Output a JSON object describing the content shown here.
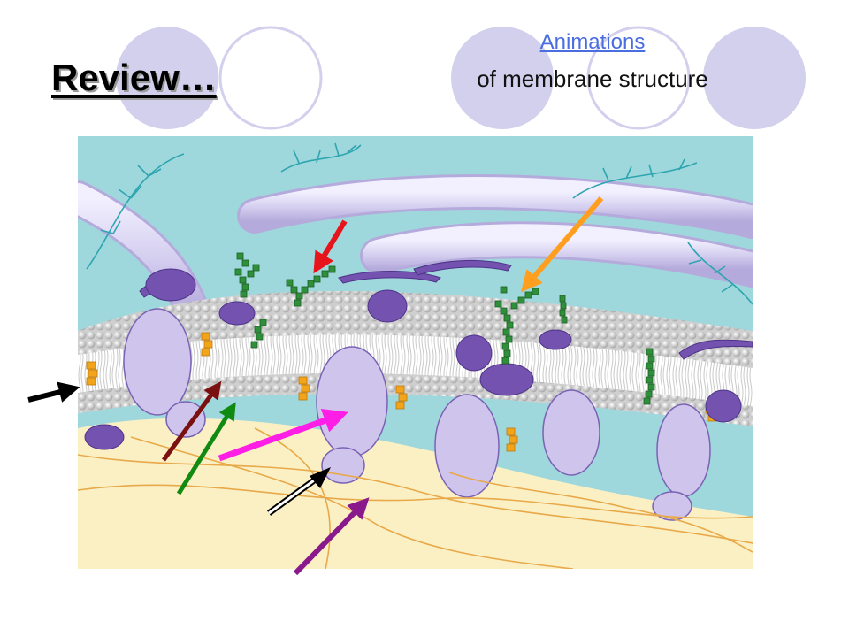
{
  "slide": {
    "title": "Review…",
    "link_text": "Animations",
    "subtitle": "of membrane structure"
  },
  "colors": {
    "water": "#9fd8dc",
    "cytoplasm": "#fbf0c4",
    "phospholipid_head": "#e4e4e4",
    "protein": "#cfc4ec",
    "protein_dark": "#7452b0",
    "glyco_chain": "#2f8f3a",
    "cholesterol": "#f2a51a",
    "filament": "#e8a94a",
    "link": "#4a6ee0"
  },
  "arrows": [
    {
      "name": "black-arrow-left",
      "color": "#000000"
    },
    {
      "name": "red-arrow",
      "color": "#e8141b"
    },
    {
      "name": "orange-arrow",
      "color": "#ff9e1f"
    },
    {
      "name": "dark-red-arrow",
      "color": "#7a1010"
    },
    {
      "name": "green-arrow",
      "color": "#118a11"
    },
    {
      "name": "magenta-arrow",
      "color": "#ff1ee6"
    },
    {
      "name": "black-outline-arrow",
      "color": "#000000"
    },
    {
      "name": "purple-arrow",
      "color": "#8a1a8c"
    }
  ]
}
